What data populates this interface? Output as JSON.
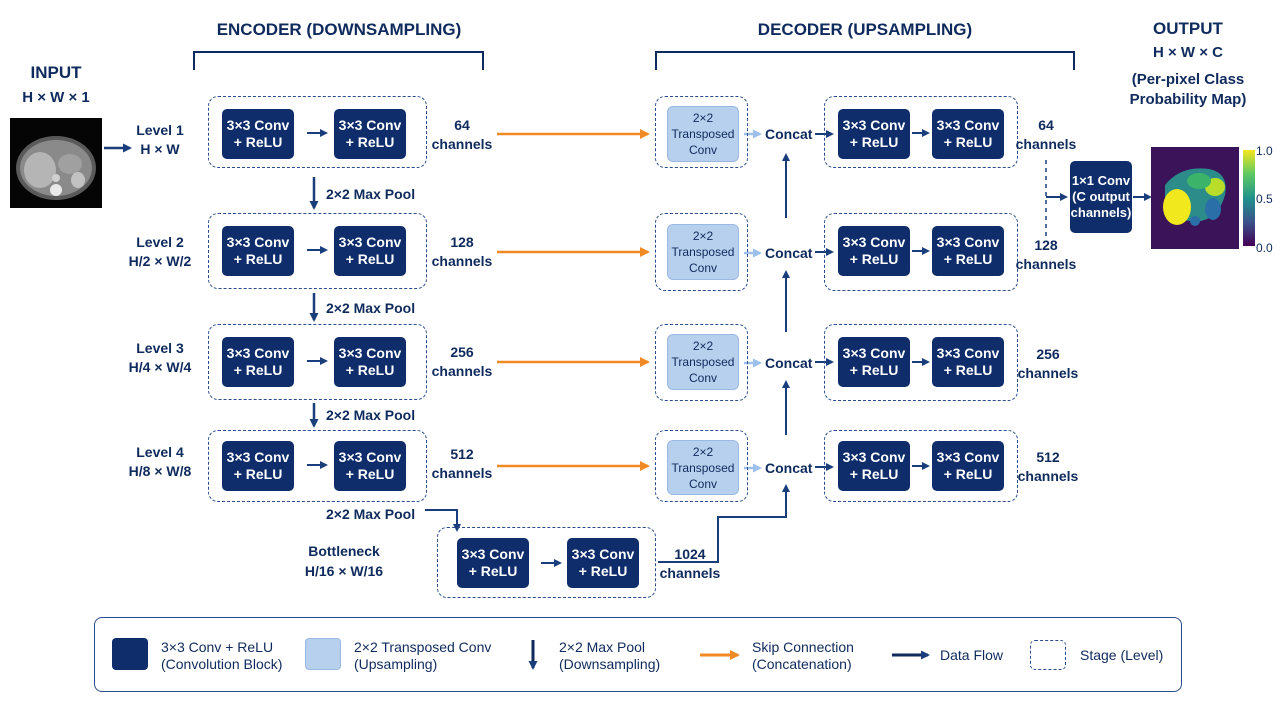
{
  "headings": {
    "encoder": "ENCODER (DOWNSAMPLING)",
    "decoder": "DECODER (UPSAMPLING)",
    "output_title": "OUTPUT",
    "output_shape": "H × W × C",
    "output_desc_1": "(Per-pixel Class",
    "output_desc_2": "Probability Map)"
  },
  "input": {
    "title": "INPUT",
    "shape": "H × W × 1"
  },
  "block": {
    "conv_line1": "3×3 Conv",
    "conv_line2": "+ ReLU",
    "tconv_line1": "2×2",
    "tconv_line2": "Transposed",
    "tconv_line3": "Conv",
    "concat": "Concat",
    "maxpool": "2×2 Max Pool",
    "channels": "channels"
  },
  "levels": [
    {
      "name": "Level 1",
      "res": "H × W",
      "channels": "64"
    },
    {
      "name": "Level 2",
      "res": "H/2 × W/2",
      "channels": "128"
    },
    {
      "name": "Level 3",
      "res": "H/4 × W/4",
      "channels": "256"
    },
    {
      "name": "Level 4",
      "res": "H/8 × W/8",
      "channels": "512"
    }
  ],
  "bottleneck": {
    "name": "Bottleneck",
    "res": "H/16 × W/16",
    "channels": "1024"
  },
  "final_conv": {
    "line1": "1×1 Conv",
    "line2": "(C output",
    "line3": "channels)"
  },
  "colorbar": {
    "max": "1.0",
    "mid": "0.5",
    "min": "0.0"
  },
  "legend": {
    "conv_1": "3×3 Conv + ReLU",
    "conv_2": "(Convolution Block)",
    "tconv_1": "2×2 Transposed Conv",
    "tconv_2": "(Upsampling)",
    "pool_1": "2×2 Max Pool",
    "pool_2": "(Downsampling)",
    "skip_1": "Skip Connection",
    "skip_2": "(Concatenation)",
    "flow": "Data Flow",
    "stage": "Stage (Level)"
  },
  "colors": {
    "navy": "#0f2d6b",
    "light_blue": "#b7d0ee",
    "orange": "#f08a24",
    "arrow": "#1a3d7c"
  }
}
